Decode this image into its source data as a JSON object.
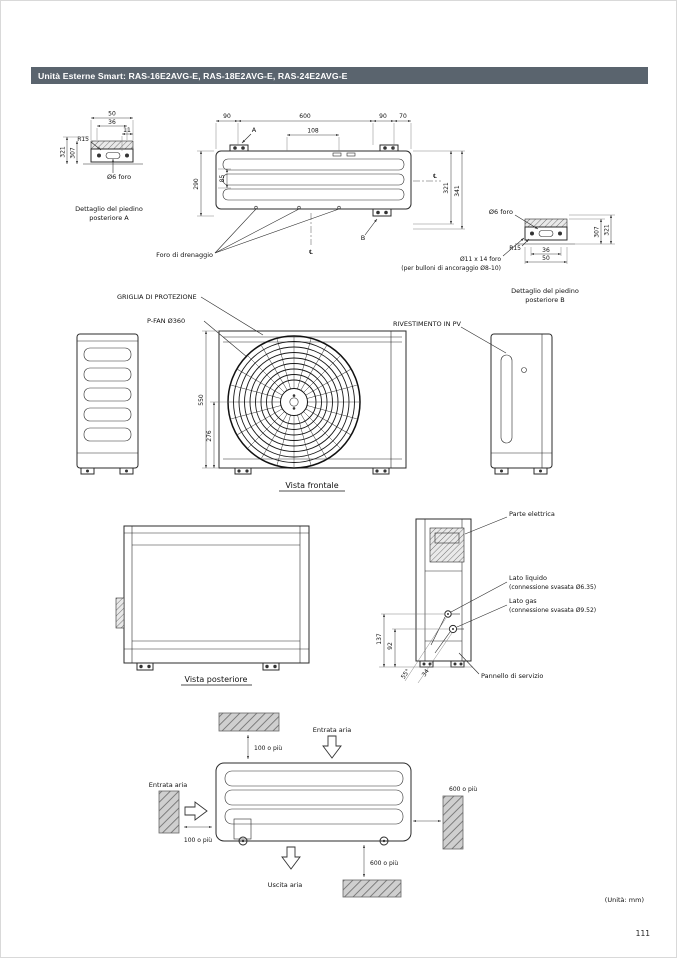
{
  "colors": {
    "header_bg": "#5a646e",
    "line": "#2b2b2b"
  },
  "header": {
    "title": "Unità Esterne Smart: RAS-16E2AVG-E, RAS-18E2AVG-E, RAS-24E2AVG-E"
  },
  "footer": {
    "units_note": "(Unità: mm)",
    "page_number": "111"
  },
  "top_section": {
    "detail_a": {
      "dim_50": "50",
      "dim_36": "36",
      "dim_11": "11",
      "radius": "R15",
      "dim_321": "321",
      "dim_307": "307",
      "hole": "Ø6 foro",
      "caption1": "Dettaglio del piedino",
      "caption2": "posteriore A"
    },
    "plan": {
      "dim_90_left": "90",
      "dim_600": "600",
      "dim_90_right": "90",
      "dim_70": "70",
      "dim_108": "108",
      "marker_a": "A",
      "marker_b": "B",
      "dim_290": "290",
      "dim_85": "85",
      "dim_321": "321",
      "dim_341": "341",
      "drain_label": "Foro di drenaggio",
      "centerline": "℄"
    },
    "detail_b": {
      "hole": "Ø6 foro",
      "dim_307": "307",
      "dim_321": "321",
      "radius": "R15",
      "dim_36": "36",
      "dim_50": "50",
      "anchor_note1": "Ø11 x 14 foro",
      "anchor_note2": "(per bulloni di ancoraggio Ø8-10)",
      "caption1": "Dettaglio del piedino",
      "caption2": "posteriore B"
    }
  },
  "front_section": {
    "grille_label": "GRIGLIA DI PROTEZIONE",
    "fan_label": "P-FAN  Ø360",
    "cover_label": "RIVESTIMENTO IN PV",
    "dim_550": "550",
    "dim_276": "276",
    "caption": "Vista frontale"
  },
  "rear_section": {
    "caption": "Vista posteriore",
    "electric_label": "Parte elettrica",
    "liquid_label1": "Lato liquido",
    "liquid_label2": "(connessione svasata Ø6.35)",
    "gas_label1": "Lato gas",
    "gas_label2": "(connessione svasata Ø9.52)",
    "service_label": "Pannello di servizio",
    "dim_137": "137",
    "dim_92": "92",
    "angle_55": "55°",
    "dim_34": "34"
  },
  "clearance": {
    "air_in_top": "Entrata aria",
    "air_in_left": "Entrata aria",
    "air_out": "Uscita aria",
    "top_gap": "100 o più",
    "left_gap": "100 o più",
    "right_gap": "600 o più",
    "bottom_gap": "600 o più"
  }
}
